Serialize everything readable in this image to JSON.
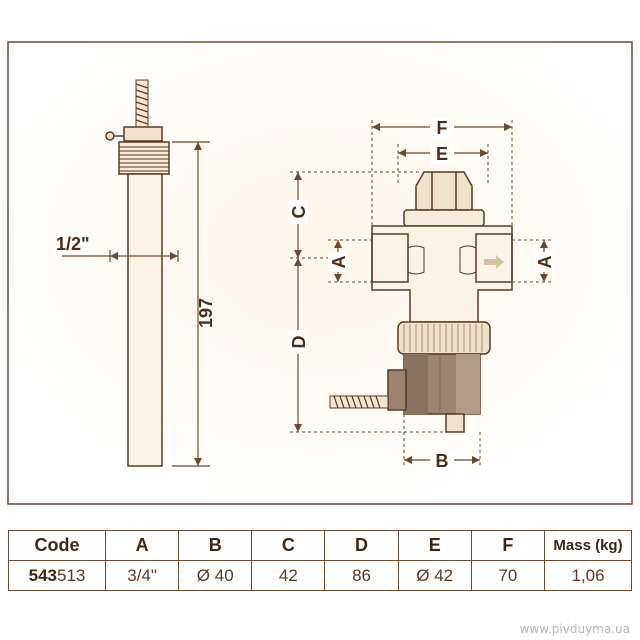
{
  "dimensions": {
    "half_inch": "1/2\"",
    "length_197": "197",
    "F": "F",
    "E": "E",
    "C": "C",
    "A_left": "A",
    "A_right": "A",
    "D": "D",
    "B": "B"
  },
  "table": {
    "headers": [
      "Code",
      "A",
      "B",
      "C",
      "D",
      "E",
      "F",
      "Mass (kg)"
    ],
    "row": {
      "code_bold": "543",
      "code_rest": "513",
      "values": [
        "3/4\"",
        "Ø 40",
        "42",
        "86",
        "Ø 42",
        "70",
        "1,06"
      ]
    }
  },
  "watermark": "www.pivduyma.ua",
  "colors": {
    "line": "#6b4a30",
    "body_fill": "#fbf3e6",
    "nut_fill": "#efe2cc",
    "actuator_fill": "#9c8470",
    "actuator_dark": "#7d6654",
    "background_glow": "#fdf8ee"
  }
}
